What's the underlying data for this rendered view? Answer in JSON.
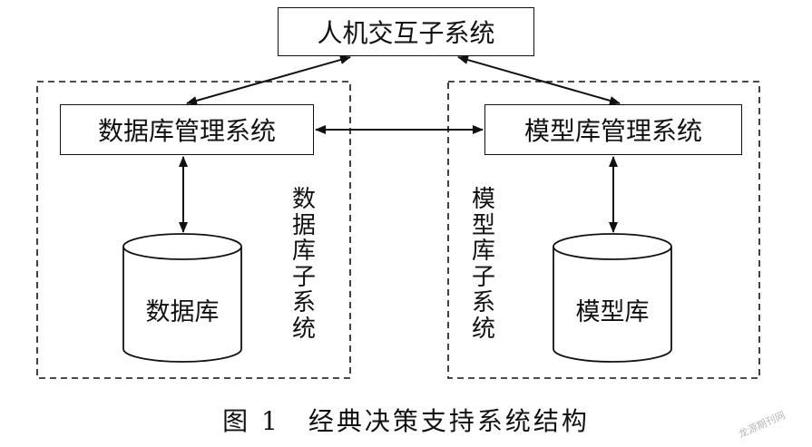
{
  "nodes": {
    "hci": "人机交互子系统",
    "database_mgmt": "数据库管理系统",
    "model_base_mgmt": "模型库管理系统",
    "database": "数据库",
    "model_base": "模型库"
  },
  "groups": {
    "database_subsystem": "数据库子系统",
    "model_base_subsystem": "模型库子系统"
  },
  "caption": "图 1　经典决策支持系统结构",
  "watermark": "龙源期刊网",
  "colors": {
    "line": "#111111",
    "background": "#ffffff"
  }
}
